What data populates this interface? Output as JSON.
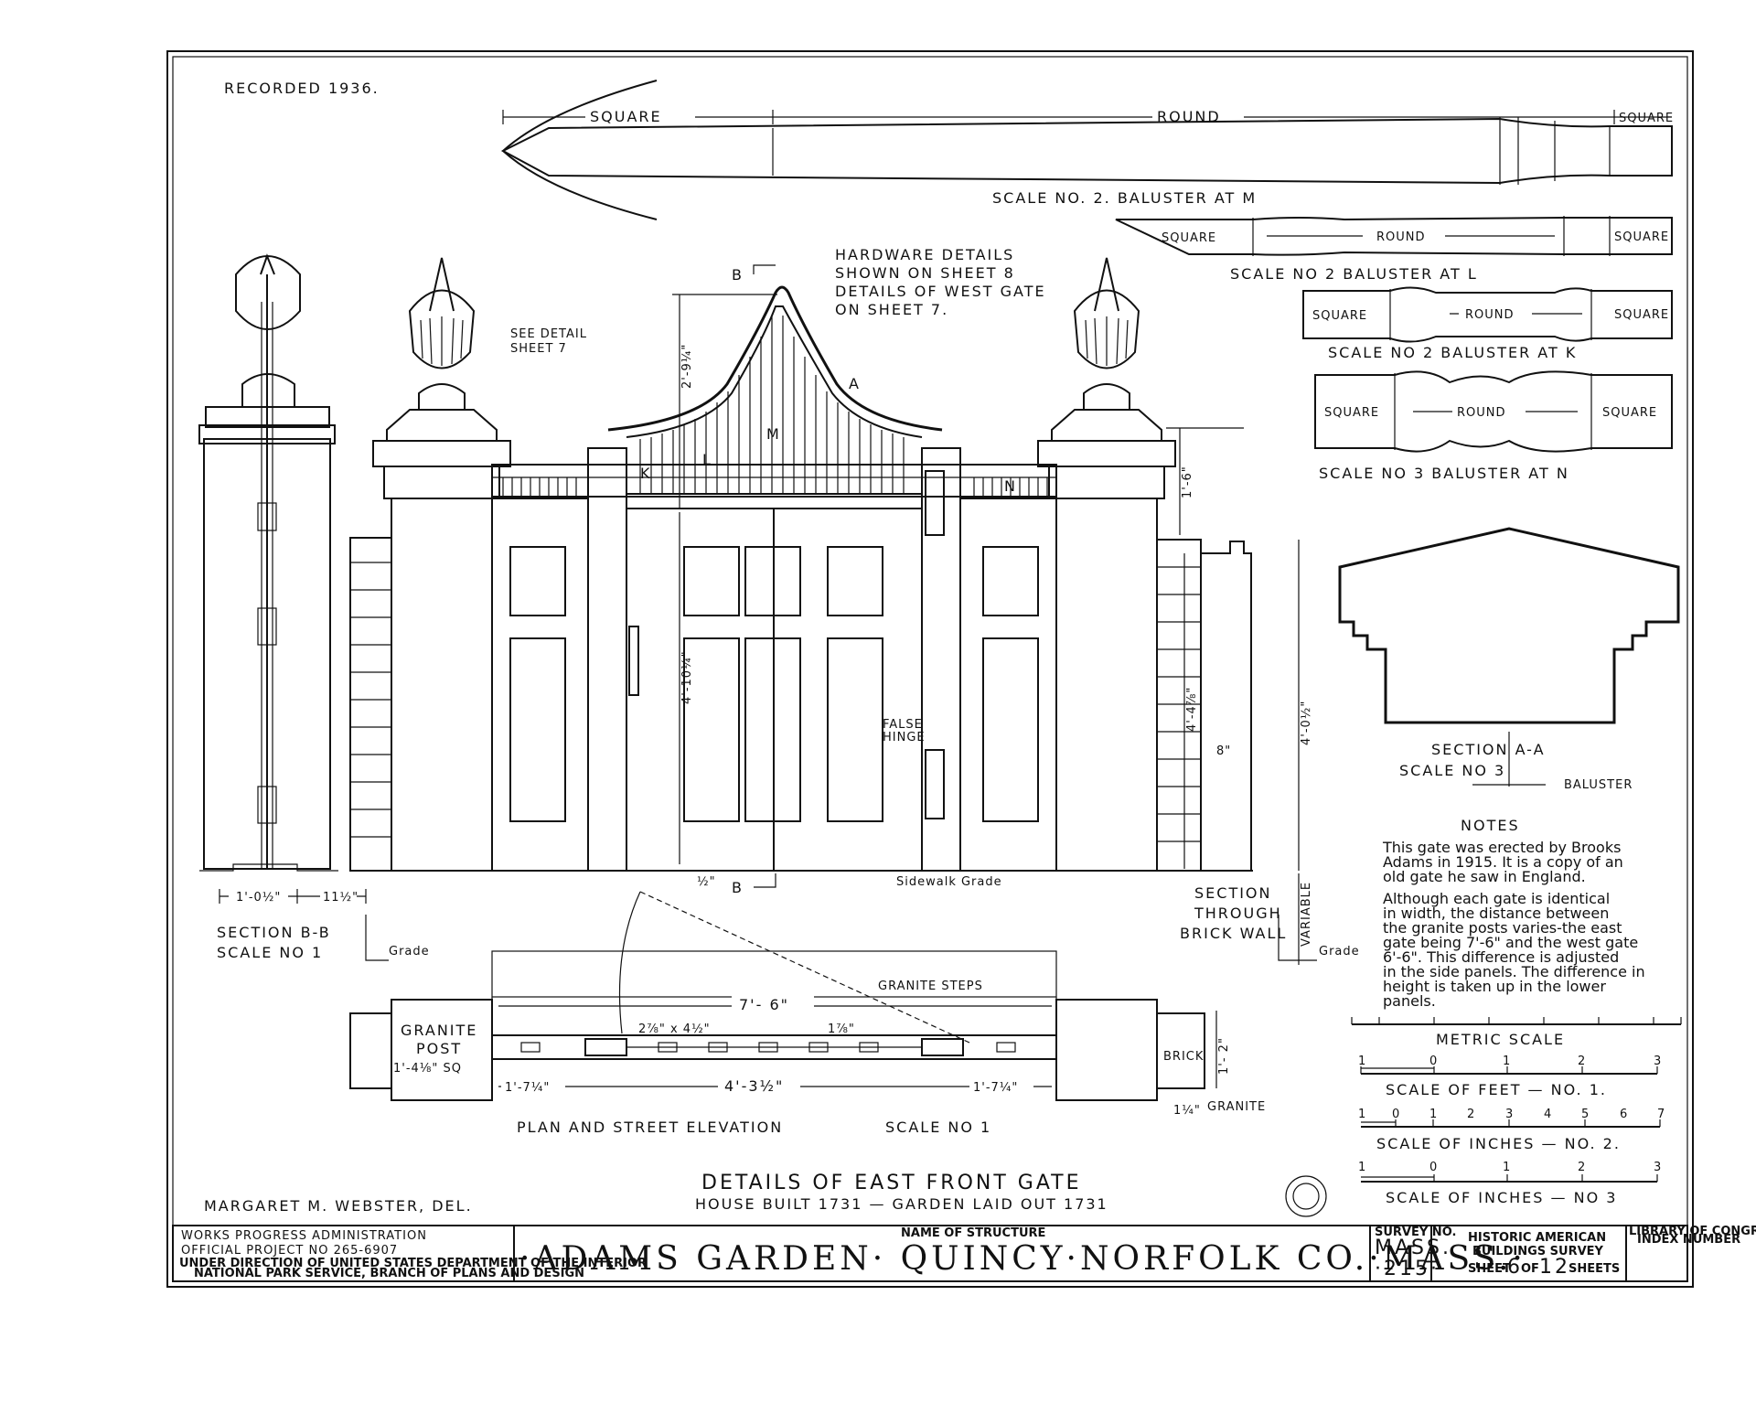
{
  "recorded": "RECORDED 1936.",
  "baluster_m": {
    "left": "SQUARE",
    "mid": "ROUND",
    "right": "SQUARE",
    "caption": "SCALE NO. 2.  BALUSTER AT M"
  },
  "baluster_l": {
    "left": "SQUARE",
    "mid": "ROUND",
    "right": "SQUARE",
    "caption": "SCALE NO 2  BALUSTER AT L"
  },
  "baluster_k": {
    "left": "SQUARE",
    "mid": "ROUND",
    "right": "SQUARE",
    "caption": "SCALE NO 2  BALUSTER AT K"
  },
  "baluster_n": {
    "left": "SQUARE",
    "mid": "ROUND",
    "right": "SQUARE",
    "caption": "SCALE NO 3  BALUSTER AT N"
  },
  "hardware_note": [
    "HARDWARE DETAILS",
    "SHOWN ON SHEET 8",
    "DETAILS OF WEST GATE",
    "ON SHEET 7."
  ],
  "see_detail": [
    "SEE DETAIL",
    "SHEET 7"
  ],
  "gate_letters": {
    "k": "K",
    "l": "L",
    "m": "M",
    "n": "N",
    "a": "A",
    "b_top": "B",
    "b_bottom": "B"
  },
  "dims": {
    "arch": "2'-9¼\"",
    "door": "4'-10¼\"",
    "half_inch": "½\"",
    "cap": "1'-6\"",
    "panel": "4'-4⅞\"",
    "wall": "4'-0½\"",
    "eight": "8\"",
    "variable": "VARIABLE",
    "sec_b1": "1'-0½\"",
    "sec_b2": "11½\"",
    "plan_total": "7'- 6\"",
    "plan_left": "1'-7¼\"",
    "plan_mid": "4'-3½\"",
    "plan_right": "1'-7¼\"",
    "plan_size": "2⅞\" x 4½\"",
    "plan_small": "1⅞\"",
    "plan_depth": "1'- 2\"",
    "plan_quarter": "1¼\""
  },
  "false_hinge": [
    "FALSE",
    "HINGE"
  ],
  "sidewalk": "Sidewalk Grade",
  "grade": "Grade",
  "section_bb": [
    "SECTION B-B",
    "SCALE NO 1"
  ],
  "section_wall": [
    "SECTION",
    "THROUGH",
    "BRICK WALL"
  ],
  "section_aa": {
    "title": "SECTION A-A",
    "scale": "SCALE NO 3",
    "baluster": "BALUSTER"
  },
  "notes": {
    "title": "NOTES",
    "p1": [
      "This gate was erected by Brooks",
      "Adams in 1915. It is a copy of an",
      "old gate he saw in England."
    ],
    "p2": [
      "Although each gate is identical",
      "in width, the distance between",
      "the granite posts varies-the east",
      "gate being 7'-6\" and the west gate",
      "6'-6\". This difference is adjusted",
      "in the side panels. The difference in",
      "height is taken up in the lower",
      "panels."
    ]
  },
  "scales": {
    "metric": "METRIC SCALE",
    "feet": "SCALE OF FEET  —  NO. 1.",
    "inches2": "SCALE OF INCHES  —  NO. 2.",
    "inches3": "SCALE OF INCHES  —  NO 3",
    "ticks3": [
      "1",
      "0",
      "1",
      "2",
      "3"
    ],
    "ticks7": [
      "1",
      "0",
      "1",
      "2",
      "3",
      "4",
      "5",
      "6",
      "7"
    ]
  },
  "plan": {
    "granite_post": [
      "GRANITE",
      "POST",
      "1'-4⅛\" SQ"
    ],
    "granite_steps": "GRANITE STEPS",
    "brick": "BRICK",
    "granite": "GRANITE",
    "caption": "PLAN AND STREET  ELEVATION",
    "scale": "SCALE NO 1"
  },
  "title": {
    "main": "DETAILS  OF  EAST  FRONT  GATE",
    "sub": "HOUSE BUILT 1731  —  GARDEN LAID OUT 1731"
  },
  "delineator": "MARGARET M. WEBSTER, DEL.",
  "titleblock": {
    "wpa1": "WORKS PROGRESS ADMINISTRATION",
    "wpa2": "OFFICIAL PROJECT NO 265-6907",
    "wpa3": "UNDER DIRECTION OF UNITED STATES DEPARTMENT OF THE INTERIOR",
    "wpa4": "NATIONAL PARK SERVICE, BRANCH OF PLANS AND DESIGN",
    "name_label": "NAME OF STRUCTURE",
    "name": "·ADAMS  GARDEN· QUINCY·NORFOLK CO.·MASS.·",
    "survey_label": "SURVEY NO.",
    "survey1": "MASS.",
    "survey2": "·215·",
    "habs1": "HISTORIC AMERICAN",
    "habs2": "BUILDINGS SURVEY",
    "sheet_pre": "SHEET",
    "sheet_no": "6",
    "sheet_of": "OF",
    "sheet_total": "12",
    "sheet_post": "SHEETS",
    "loc1": "LIBRARY OF CONGRESS",
    "loc2": "INDEX NUMBER"
  }
}
